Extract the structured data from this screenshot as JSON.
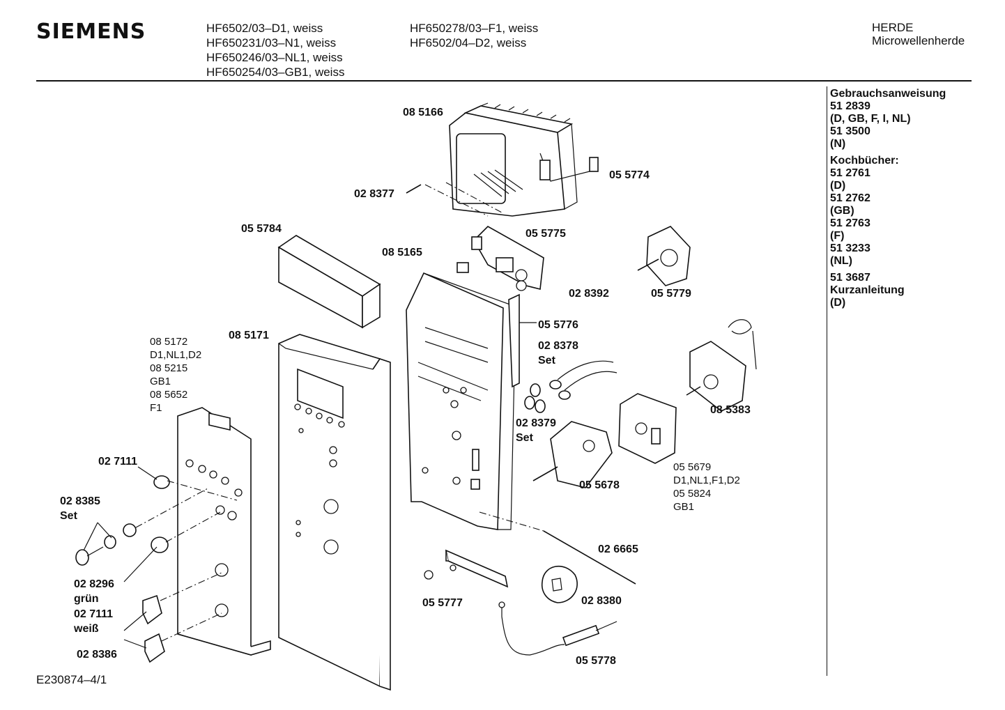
{
  "header": {
    "brand": "SIEMENS",
    "models_col1": [
      "HF6502/03–D1, weiss",
      "HF650231/03–N1, weiss",
      "HF650246/03–NL1, weiss",
      "HF650254/03–GB1, weiss"
    ],
    "models_col2": [
      "HF650278/03–F1, weiss",
      "HF6502/04–D2, weiss"
    ],
    "category": "HERDE",
    "subcategory": "Microwellenherde"
  },
  "sidebar": {
    "lines": [
      "Gebrauchsanweisung",
      "51 2839",
      "(D, GB, F, I, NL)",
      "51 3500",
      "(N)",
      "",
      "Kochbücher:",
      "51 2761",
      "(D)",
      "51 2762",
      "(GB)",
      "51 2763",
      "(F)",
      "51 3233",
      "(NL)",
      "",
      "51 3687",
      "Kurzanleitung",
      "(D)"
    ]
  },
  "footer": {
    "drawing_id": "E230874–4/1"
  },
  "labels": {
    "p085166": "08 5166",
    "p028377": "02 8377",
    "p055774": "05 5774",
    "p055784": "05 5784",
    "p055775": "05 5775",
    "p085165": "08 5165",
    "p028392": "02 8392",
    "p055779": "05 5779",
    "p055776": "05 5776",
    "p085171": "08 5171",
    "p085172": "08 5172",
    "v085172": "D1,NL1,D2",
    "p085215": "08 5215",
    "v085215": "GB1",
    "p085652": "08 5652",
    "v085652": "F1",
    "p028378": "02 8378",
    "s028378": "Set",
    "p028379": "02 8379",
    "s028379": "Set",
    "p085383": "08 5383",
    "p027111a": "02 7111",
    "p028385": "02 8385",
    "s028385": "Set",
    "p055678": "05 5678",
    "p055679": "05 5679",
    "v055679": "D1,NL1,F1,D2",
    "p055824": "05 5824",
    "v055824": "GB1",
    "p026665": "02 6665",
    "p028296": "02 8296",
    "v028296": "grün",
    "p027111b": "02 7111",
    "v027111b": "weiß",
    "p028380": "02 8380",
    "p055777": "05 5777",
    "p028386": "02 8386",
    "p055778": "05 5778"
  }
}
